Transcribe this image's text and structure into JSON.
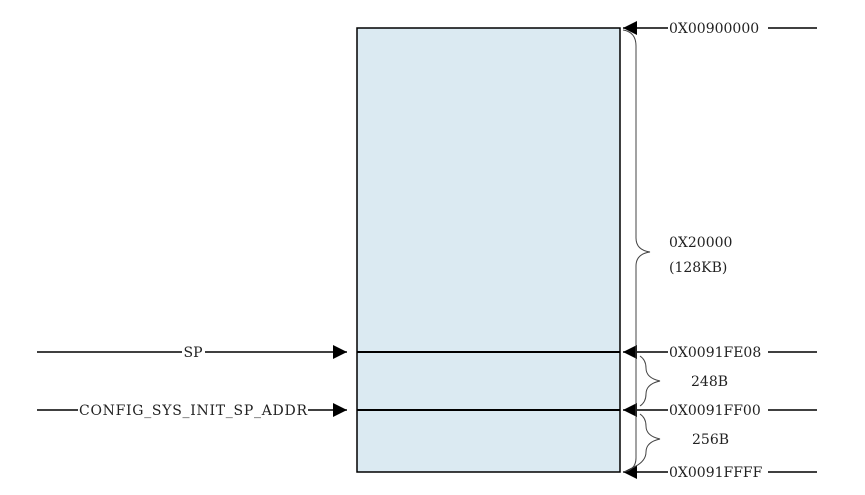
{
  "memory": {
    "fill_color": "#dbeaf2",
    "addresses": {
      "top": "0X00900000",
      "sp_line": "0X0091FE08",
      "init_line": "0X0091FF00",
      "bottom": "0X0091FFFF"
    },
    "sizes": {
      "large_size": "0X20000",
      "large_size_kb": "(128KB)",
      "small_1": "248B",
      "small_2": "256B"
    },
    "pointers": {
      "sp": "SP",
      "init_sp": "CONFIG_SYS_INIT_SP_ADDR"
    }
  }
}
